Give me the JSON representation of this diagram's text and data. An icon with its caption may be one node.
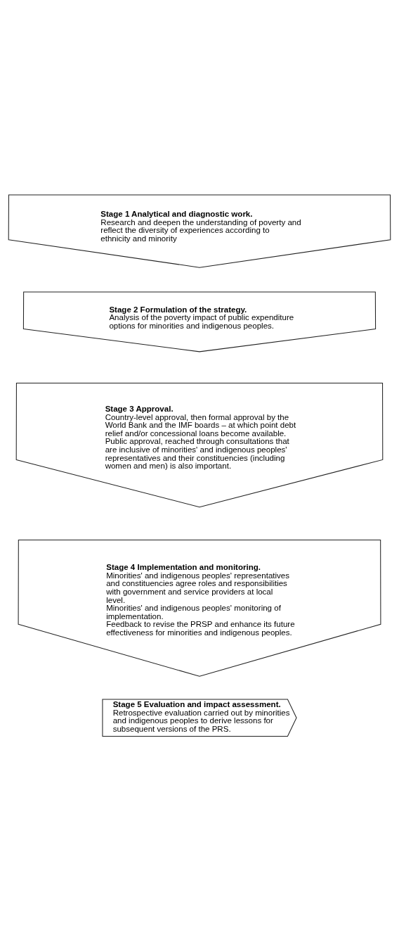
{
  "diagram": {
    "nodes": [
      {
        "text": [
          "Stage 1 Analytical and diagnostic work.",
          "Research and deepen the understanding of poverty and reflect the diversity of experiences according to ethnicity and minority"
        ]
      },
      {
        "text": [
          "Stage 2 Formulation of the strategy.",
          "Analysis of the poverty impact of public expenditure options for minorities and indigenous peoples."
        ]
      },
      {
        "text": [
          "Stage 3 Approval.",
          "Country-level approval, then formal approval by the World Bank and the IMF boards – at which point debt relief and/or concessional loans become available. Public approval, reached through consultations that are inclusive of minorities' and indigenous peoples' representatives and their constituencies (including women and men) is also important."
        ]
      },
      {
        "text": [
          "Stage 4 Implementation and monitoring.",
          "Minorities' and indigenous peoples' representatives and constituencies agree roles and responsibilities with government and service providers at local level.",
          "Minorities' and indigenous peoples' monitoring of implementation.",
          "Feedback to revise the PRSP and enhance its future effectiveness for minorities and indigenous peoples."
        ]
      },
      {
        "text": [
          "Stage 5 Evaluation and impact assessment.",
          "Retrospective evaluation carried out by minorities and indigenous peoples to derive lessons for subsequent versions of the PRS."
        ]
      }
    ]
  }
}
